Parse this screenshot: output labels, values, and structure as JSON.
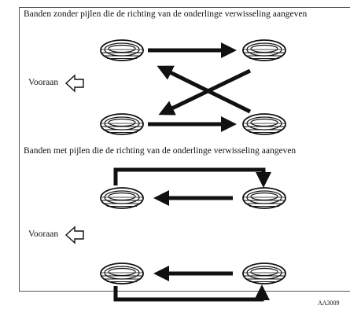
{
  "section1": {
    "caption": "Banden zonder pijlen die de richting van de onderlinge verwisseling aangeven",
    "front_label": "Vooraan"
  },
  "section2": {
    "caption": "Banden met pijlen die de richting van de onderlinge verwisseling aangeven",
    "front_label": "Vooraan"
  },
  "figure_code": "AA3009",
  "colors": {
    "line": "#111111",
    "background": "#ffffff"
  }
}
